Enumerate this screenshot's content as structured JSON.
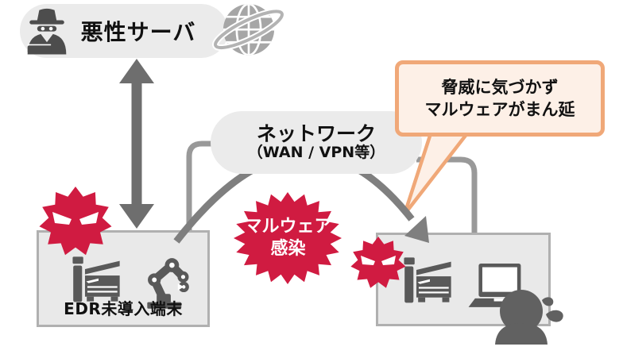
{
  "colors": {
    "bg": "#ffffff",
    "panel": "#ebebeb",
    "box-fill": "#e9e9e9",
    "panel-border": "#b0b0b0",
    "icon-dark": "#595959",
    "icon-darker": "#4d4d4d",
    "arrow": "#6e6e6e",
    "arc": "#7f7f7f",
    "connector": "#999999",
    "red": "#d01b41",
    "bubble-fill": "#fdf0e7",
    "bubble-border": "#f0a878",
    "globe": "#a6a6a6",
    "person": "#616161",
    "text": "#111111"
  },
  "diagram": {
    "server": {
      "label": "悪性サーバ"
    },
    "network": {
      "line1": "ネットワーク",
      "line2": "（WAN / VPN等）"
    },
    "burst": {
      "line1": "マルウェア",
      "line2": "感染"
    },
    "callout": {
      "line1": "脅威に気づかず",
      "line2": "マルウェアがまん延"
    },
    "left_box": {
      "label": "EDR未導入端末"
    }
  }
}
